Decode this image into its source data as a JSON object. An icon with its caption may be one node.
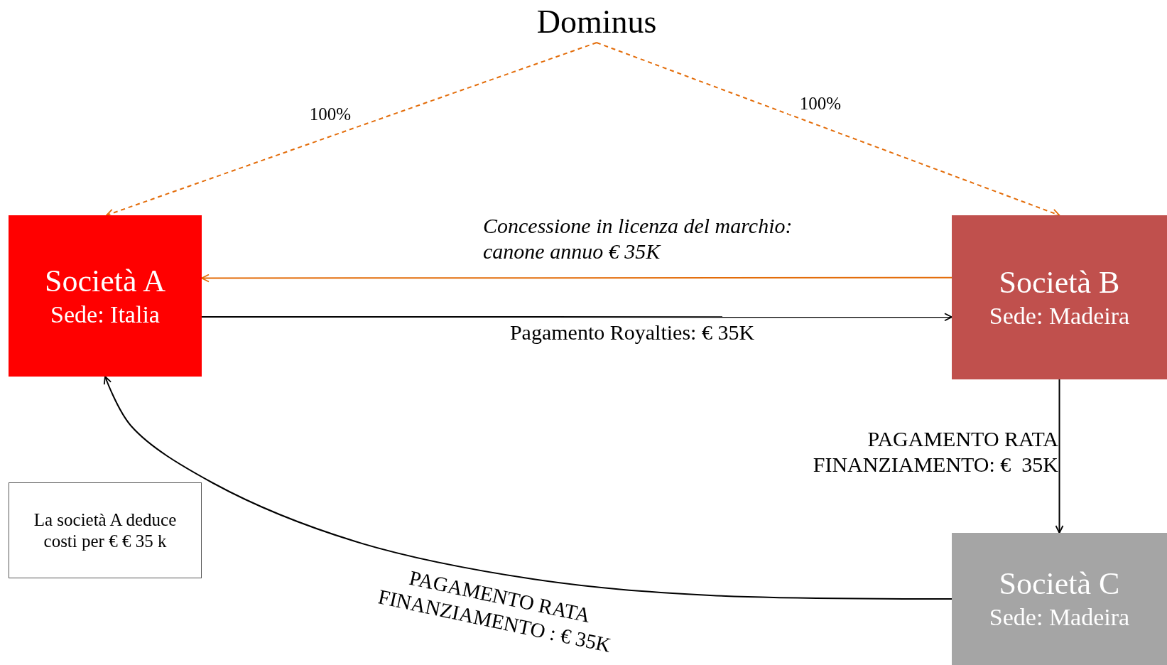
{
  "diagram": {
    "nodes": [
      {
        "text": [
          "Dominus"
        ]
      },
      {
        "text": [
          "Società A",
          "Sede: Italia"
        ]
      },
      {
        "text": [
          "Società B",
          "Sede: Madeira"
        ]
      },
      {
        "text": [
          "Società C",
          "Sede: Madeira"
        ]
      },
      {
        "text": [
          "La società A deduce costi per € € 35 k"
        ]
      }
    ],
    "edges": [
      {
        "from": 0,
        "to": 1,
        "arrow": "to",
        "label": "100%",
        "style": "dashed",
        "color": "#e36c09"
      },
      {
        "from": 0,
        "to": 2,
        "arrow": "to",
        "label": "100%",
        "style": "dashed",
        "color": "#e36c09"
      },
      {
        "from": 2,
        "to": 1,
        "arrow": "to",
        "label": "Concessione in licenza del marchio: canone annuo € 35K",
        "color": "#e36c09"
      },
      {
        "from": 1,
        "to": 2,
        "arrow": "to",
        "label": "Pagamento Royalties: € 35K",
        "color": "#000000"
      },
      {
        "from": 2,
        "to": 3,
        "arrow": "to",
        "label": "PAGAMENTO RATA FINANZIAMENTO: €  35K",
        "color": "#000000"
      },
      {
        "from": 3,
        "to": 1,
        "arrow": "to",
        "label": "PAGAMENTO RATA FINANZIAMENTO : € 35K",
        "color": "#000000"
      }
    ]
  }
}
